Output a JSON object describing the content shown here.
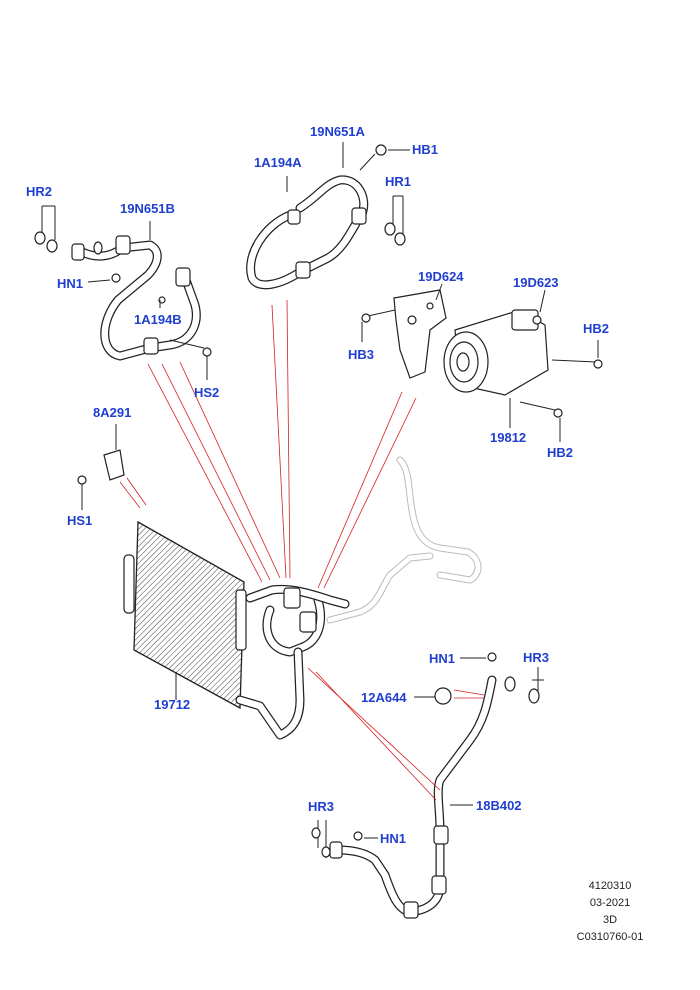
{
  "callouts": {
    "hr2": "HR2",
    "n19n651b": "19N651B",
    "hn1_top": "HN1",
    "a1a194b": "1A194B",
    "hs2": "HS2",
    "n19n651a": "19N651A",
    "hb1": "HB1",
    "a1a194a": "1A194A",
    "hr1": "HR1",
    "d19d624": "19D624",
    "d19d623": "19D623",
    "hb3": "HB3",
    "hb2_right": "HB2",
    "n19812": "19812",
    "hb2_bottom": "HB2",
    "a8a291": "8A291",
    "hs1": "HS1",
    "n19712": "19712",
    "hn1_mid": "HN1",
    "hr3_right": "HR3",
    "a12a644": "12A644",
    "b18b402": "18B402",
    "hr3_bottom": "HR3",
    "hn1_bottom": "HN1"
  },
  "footer": {
    "line1": "4120310",
    "line2": "03-2021",
    "line3": "3D",
    "line4": "C0310760-01"
  },
  "colors": {
    "callout": "#1f3fd0",
    "leader_red": "#d42020",
    "linework": "#222222"
  }
}
